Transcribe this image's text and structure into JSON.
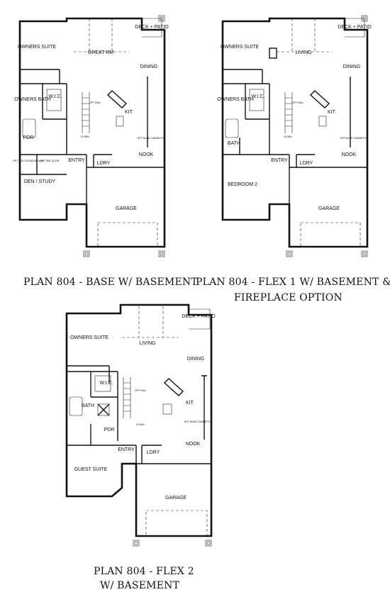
{
  "plan_a": {
    "caption": "PLAN 804 - BASE W/ BASEMENT",
    "rooms": {
      "owners_suite": "OWNERS SUITE",
      "great_rm": "GREAT RM",
      "deck": "DECK + PATIO",
      "dining": "DINING",
      "wic": "W.I.C.",
      "owners_bath": "OWNERS BATH",
      "kit": "KIT.",
      "pdr": "PDR",
      "entry": "ENTRY",
      "ldry": "LDRY",
      "nook": "NOOK",
      "den": "DEN / STUDY",
      "garage": "GARAGE"
    },
    "notes": {
      "opt_built_in": "OPT BUILT-IN BOOKCASE",
      "opt_dbl_door": "OPT DBL DOOR",
      "opt_base_cabinets": "OPT BASE CABINETS",
      "opt_rail": "OPT RAIL",
      "down": "DOWN"
    }
  },
  "plan_b": {
    "caption": "PLAN 804 - FLEX 1 W/ BASEMENT &",
    "caption2": "FIREPLACE OPTION",
    "rooms": {
      "owners_suite": "OWNERS SUITE",
      "living": "LIVING",
      "deck": "DECK + PATIO",
      "dining": "DINING",
      "wic": "W.I.C.",
      "owners_bath": "OWNERS BATH",
      "kit": "KIT.",
      "bath": "BATH",
      "entry": "ENTRY",
      "ldry": "LDRY",
      "nook": "NOOK",
      "bedroom2": "BEDROOM 2",
      "garage": "GARAGE"
    },
    "notes": {
      "opt_base_cabinets": "OPT BASE CABINETS",
      "opt_rail": "OPT RAIL",
      "down": "DOWN"
    }
  },
  "plan_c": {
    "caption": "PLAN 804 - FLEX 2",
    "caption2": "W/ BASEMENT",
    "rooms": {
      "owners_suite": "OWNERS SUITE",
      "living": "LIVING",
      "deck": "DECK + PATIO",
      "dining": "DINING",
      "wic": "W.I.C.",
      "bath": "BATH",
      "kit": "KIT.",
      "pdr": "PDR",
      "entry": "ENTRY",
      "ldry": "LDRY",
      "nook": "NOOK",
      "guest_suite": "GUEST SUITE",
      "garage": "GARAGE"
    },
    "notes": {
      "opt_base_cabinets": "OPT BASE CABINETS",
      "opt_rail": "OPT RAIL",
      "down": "DOWN"
    }
  }
}
